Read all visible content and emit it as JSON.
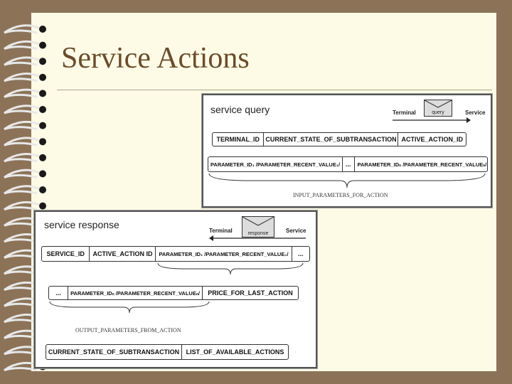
{
  "slide": {
    "title": "Service Actions"
  },
  "query_panel": {
    "label": "service query",
    "terminal": "Terminal",
    "service": "Service",
    "envelope": "query",
    "row1": [
      "TERMINAL_ID",
      "CURRENT_STATE_OF_SUBTRANSACTION",
      "ACTIVE_ACTION_ID"
    ],
    "row2": [
      "PARAMETER_ID₁ /PARAMETER_RECENT_VALUE₁/",
      "...",
      "PARAMETER_IDₙ /PARAMETER_RECENT_VALUEₙ/"
    ],
    "brace_label": "INPUT_PARAMETERS_FOR_ACTION"
  },
  "response_panel": {
    "label": "service response",
    "terminal": "Terminal",
    "service": "Service",
    "envelope": "response",
    "row1": [
      "SERVICE_ID",
      "ACTIVE_ACTION ID",
      "PARAMETER_ID₁ /PARAMETER_RECENT_VALUE₁/",
      "..."
    ],
    "row2": [
      "...",
      "PARAMETER_IDₙ /PARAMETER_RECENT_VALUEₙ/",
      "PRICE_FOR_LAST_ACTION"
    ],
    "brace_label": "OUTPUT_PARAMETERS_FROM_ACTION",
    "row3": [
      "CURRENT_STATE_OF_SUBTRANSACTION",
      "LIST_OF_AVAILABLE_ACTIONS"
    ]
  }
}
